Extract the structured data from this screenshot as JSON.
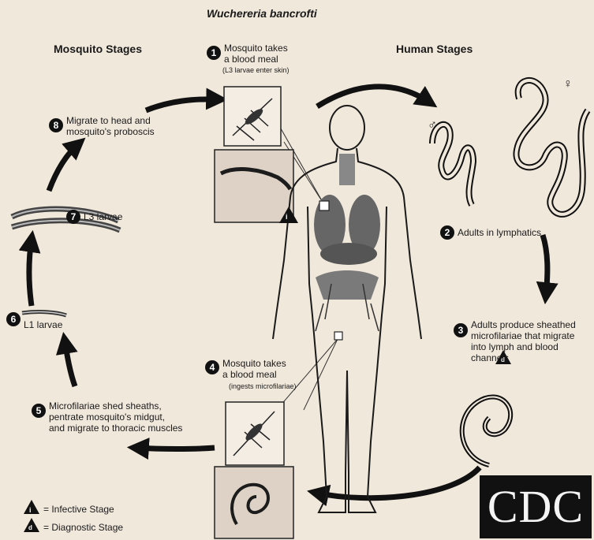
{
  "title": "Wuchereria bancrofti",
  "headers": {
    "mosquito": "Mosquito Stages",
    "human": "Human Stages"
  },
  "steps": [
    {
      "num": "1",
      "text": "Mosquito takes\na blood meal",
      "sub": "(L3 larvae enter skin)"
    },
    {
      "num": "2",
      "text": "Adults in lymphatics"
    },
    {
      "num": "3",
      "text": "Adults produce sheathed\nmicrofilariae that migrate\ninto lymph and blood\nchannels"
    },
    {
      "num": "4",
      "text": "Mosquito takes\na blood meal",
      "sub": "(ingests microfilariae)"
    },
    {
      "num": "5",
      "text": "Microfilariae shed sheaths,\npentrate mosquito's midgut,\nand migrate to thoracic muscles"
    },
    {
      "num": "6",
      "text": "L1 larvae"
    },
    {
      "num": "7",
      "text": "L3 larvae"
    },
    {
      "num": "8",
      "text": "Migrate to head and\nmosquito's proboscis"
    }
  ],
  "symbols": {
    "male": "♂",
    "female": "♀",
    "infective_letter": "i",
    "diagnostic_letter": "d"
  },
  "legend": {
    "infective": "= Infective Stage",
    "diagnostic": "= Diagnostic Stage"
  },
  "logo": "CDC",
  "colors": {
    "background": "#f1e8dc",
    "ink": "#111111",
    "panel": "#e4d6c4"
  }
}
